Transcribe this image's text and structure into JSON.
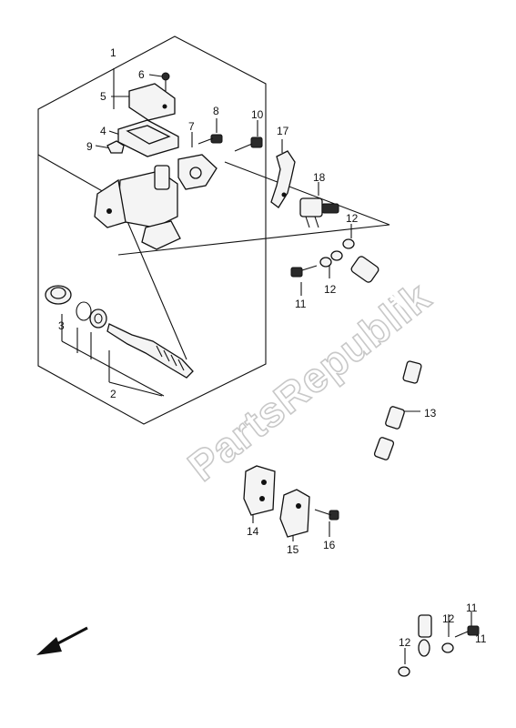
{
  "watermark": "PartsRepublik",
  "labels": [
    "1",
    "2",
    "3",
    "4",
    "5",
    "6",
    "7",
    "8",
    "9",
    "10",
    "11",
    "11",
    "11",
    "12",
    "12",
    "12",
    "12",
    "13",
    "14",
    "15",
    "16",
    "17",
    "18"
  ],
  "direction_icon": "arrow-down-left-icon",
  "colors": {
    "line": "#111111",
    "watermark": "#c8c8c8",
    "background": "#ffffff"
  }
}
